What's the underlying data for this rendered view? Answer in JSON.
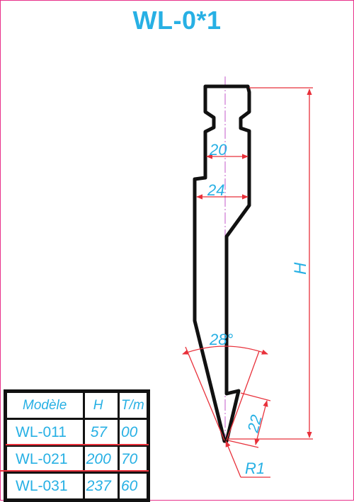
{
  "title": "WL-0*1",
  "dimensions": {
    "width_upper": "20",
    "width_lower": "24",
    "height": "H",
    "angle": "28°",
    "tip_height": "22",
    "radius": "R1"
  },
  "spec_table": {
    "headers": [
      "Modèle",
      "H",
      "T/m"
    ],
    "rows": [
      {
        "model": "WL-011",
        "h": "57",
        "tm": "00"
      },
      {
        "model": "WL-021",
        "h": "200",
        "tm": "70"
      },
      {
        "model": "WL-031",
        "h": "237",
        "tm": "60"
      }
    ]
  },
  "colors": {
    "border": "#e8308a",
    "text": "#27b0e4",
    "dimension_lines": "#e8303a",
    "outline": "#111111"
  }
}
